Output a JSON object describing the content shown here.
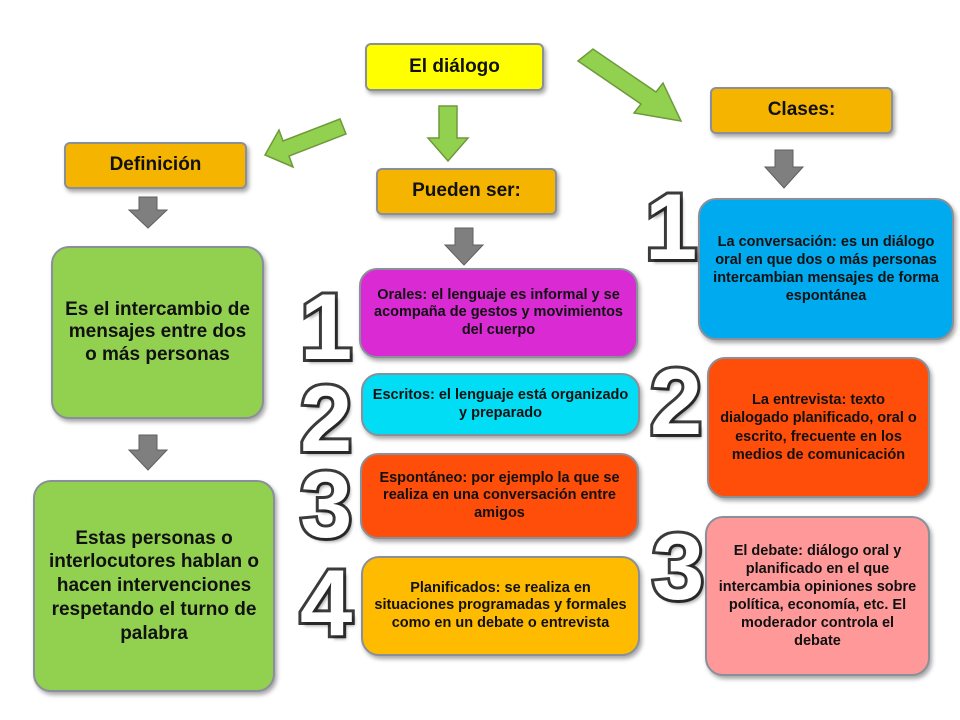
{
  "title": "El diálogo",
  "sections": {
    "definicion": "Definición",
    "pueden_ser": "Pueden ser:",
    "clases": "Clases:"
  },
  "definition": {
    "text": "Es el intercambio de mensajes entre dos o más personas",
    "detail": "Estas personas o interlocutores hablan o hacen intervenciones respetando el turno de palabra"
  },
  "types": [
    {
      "number": "1",
      "text": "Orales: el lenguaje es informal y se acompaña de gestos y movimientos del cuerpo"
    },
    {
      "number": "2",
      "text": "Escritos: el lenguaje está organizado y preparado"
    },
    {
      "number": "3",
      "text": "Espontáneo: por ejemplo la que se realiza en una conversación entre amigos"
    },
    {
      "number": "4",
      "text": "Planificados: se realiza en situaciones programadas y formales como en un debate o entrevista"
    }
  ],
  "classes": [
    {
      "number": "1",
      "text": "La conversación: es un diálogo oral en que dos o más personas intercambian mensajes de forma espontánea"
    },
    {
      "number": "2",
      "text": "La entrevista: texto dialogado planificado, oral o escrito, frecuente en los medios de comunicación"
    },
    {
      "number": "3",
      "text": "El debate: diálogo oral y planificado en el que intercambia opiniones sobre política, economía, etc. El moderador controla el debate"
    }
  ],
  "colors": {
    "title_box": "#ffff00",
    "header_box": "#f5b400",
    "definition_box": "#92d050",
    "oral": "#d92ad4",
    "written": "#00ddf5",
    "spontaneous": "#ff4d0a",
    "planned": "#ffbb00",
    "conversation": "#00aaee",
    "interview": "#ff4d0a",
    "debate": "#ff9999",
    "green_arrow": "#92d050",
    "gray_arrow": "#7f7f7f"
  }
}
